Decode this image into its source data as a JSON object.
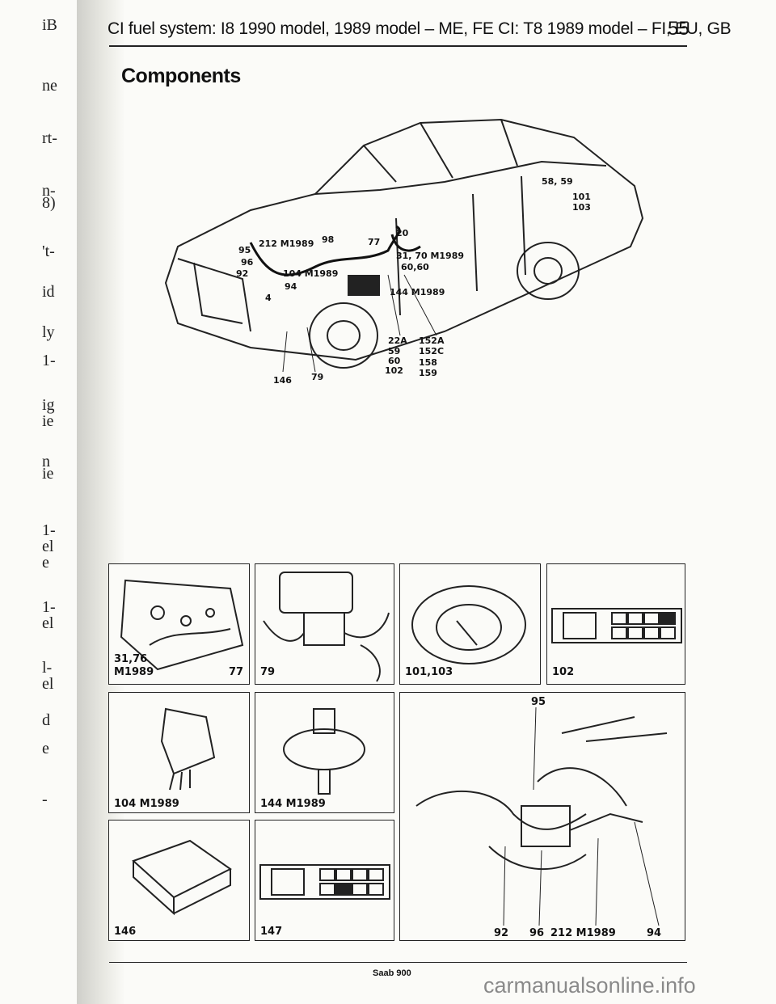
{
  "page": {
    "header": "CI fuel system: I8 1990 model, 1989 model – ME, FE CI: T8 1989 model – FI, EU, GB",
    "page_number": "55",
    "section_title": "Components",
    "footer": "Saab 900",
    "watermark": "carmanualsonline.info"
  },
  "gutter": [
    "iB",
    "ne",
    "rt-",
    "n-",
    "8)",
    "'t-",
    "id",
    "ly",
    "1-",
    "ig",
    "ie",
    "n",
    "ie",
    "1-",
    "el",
    "e",
    "1-",
    "el",
    "l-",
    "el",
    "d",
    "e",
    "-"
  ],
  "car_callouts": {
    "c95": "95",
    "c212": "212 M1989",
    "c98": "98",
    "c77": "77",
    "c20": "20",
    "c96": "96",
    "c92": "92",
    "c104": "104 M1989",
    "c94": "94",
    "c4": "4",
    "c3170": "31, 70 M1989",
    "c6060": "60,60",
    "c144": "144 M1989",
    "c5859": "58, 59",
    "c101": "101",
    "c103": "103",
    "c146": "146",
    "c79": "79",
    "c22a": "22A",
    "c152a": "152A",
    "c59": "59",
    "c152c": "152C",
    "c60": "60",
    "c158": "158",
    "c102": "102",
    "c159": "159"
  },
  "panels": {
    "p1a": "31,76",
    "p1b": "M1989",
    "p1c": "77",
    "p2": "79",
    "p3": "101,103",
    "p4": "102",
    "p5": "104 M1989",
    "p6": "144 M1989",
    "p7": "146",
    "p8": "147",
    "engine": {
      "top": "95",
      "b92": "92",
      "b96": "96",
      "b212": "212 M1989",
      "b94": "94"
    }
  }
}
